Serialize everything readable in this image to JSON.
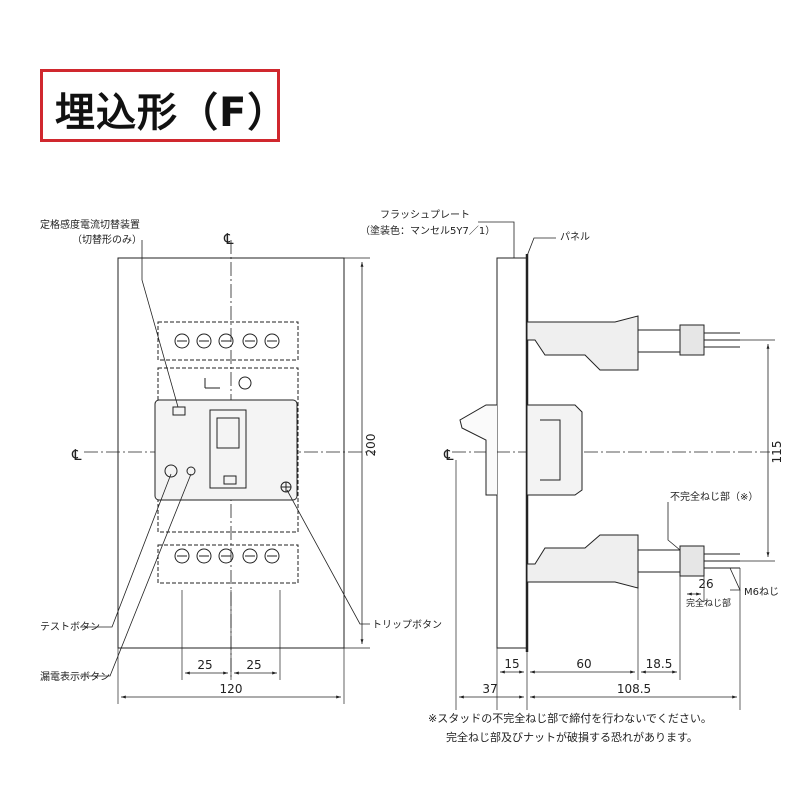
{
  "title": "埋込形（F）",
  "front_view": {
    "label_rated_switch": "定格感度電流切替装置",
    "label_rated_switch_note": "（切替形のみ）",
    "label_test_button": "テストボタン",
    "label_leak_button": "漏電表示ボタン",
    "label_trip_button": "トリップボタン",
    "center_mark": "℄",
    "dim_width": "120",
    "dim_height": "200",
    "dim_pitch_left": "25",
    "dim_pitch_right": "25"
  },
  "side_view": {
    "label_flush_plate": "フラッシュプレート",
    "label_plate_color": "（塗装色：マンセル5Y7／1）",
    "label_panel": "パネル",
    "label_incomplete_thread": "不完全ねじ部（※）",
    "label_complete_thread": "完全ねじ部",
    "label_m6": "M6ねじ",
    "center_mark": "℄",
    "dim_115": "115",
    "dim_15": "15",
    "dim_60": "60",
    "dim_18_5": "18.5",
    "dim_37": "37",
    "dim_108_5": "108.5",
    "dim_26": "26"
  },
  "notes": {
    "line1": "※スタッドの不完全ねじ部で締付を行わないでください。",
    "line2": "完全ねじ部及びナットが破損する恐れがあります。"
  }
}
